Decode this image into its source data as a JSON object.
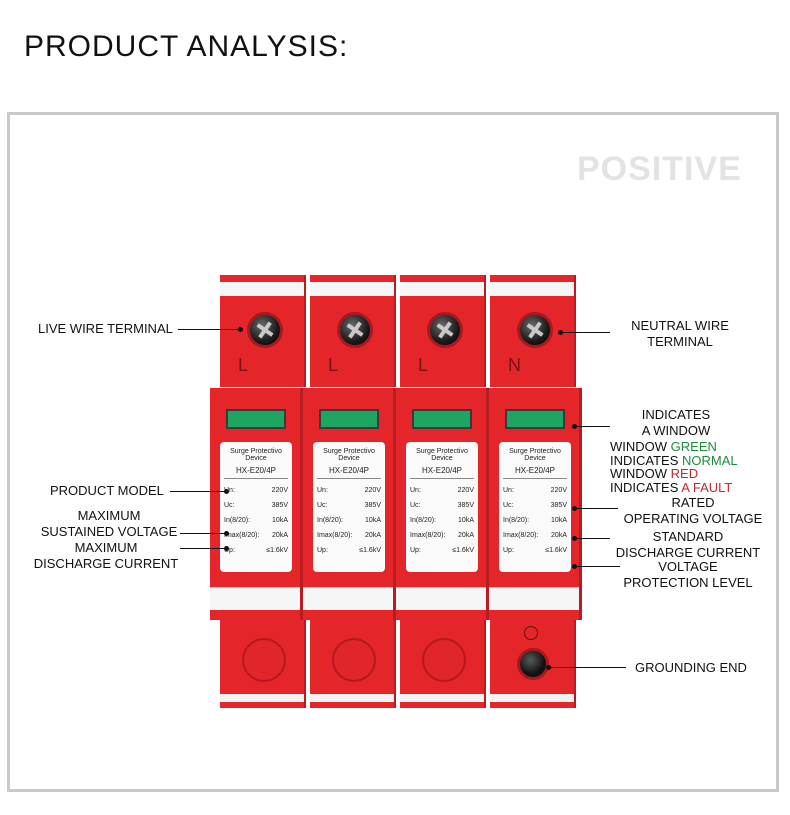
{
  "heading": "PRODUCT ANALYSIS:",
  "side_label": "POSITIVE",
  "callouts": {
    "live_wire": "LIVE WIRE TERMINAL",
    "neutral_1": "NEUTRAL WIRE",
    "neutral_2": "TERMINAL",
    "indicates_1": "INDICATES",
    "indicates_2": "A WINDOW",
    "window_word": "WINDOW",
    "green_word": "GREEN",
    "indicates_word": "INDICATES",
    "normal_word": "NORMAL",
    "red_word": "RED",
    "fault_word": "A FAULT",
    "rated_1": "RATED",
    "rated_2": "OPERATING VOLTAGE",
    "product_model": "PRODUCT MODEL",
    "max_sustained_1": "MAXIMUM",
    "max_sustained_2": "SUSTAINED VOLTAGE",
    "max_discharge_1": "MAXIMUM",
    "max_discharge_2": "DISCHARGE CURRENT",
    "standard_1": "STANDARD",
    "standard_2": "DISCHARGE CURRENT",
    "voltage_1": "VOLTAGE",
    "voltage_2": "PROTECTION LEVEL",
    "grounding": "GROUNDING END"
  },
  "terminals": [
    "L",
    "L",
    "L",
    "N"
  ],
  "plate": {
    "title": "Surge Protectivo Device",
    "model": "HX-E20/4P",
    "rows": [
      {
        "k": "Un:",
        "v": "220V"
      },
      {
        "k": "Uc:",
        "v": "385V"
      },
      {
        "k": "In(8/20):",
        "v": "10kA"
      },
      {
        "k": "Imax(8/20):",
        "v": "20kA"
      },
      {
        "k": "Up:",
        "v": "≤1.6kV"
      }
    ]
  }
}
